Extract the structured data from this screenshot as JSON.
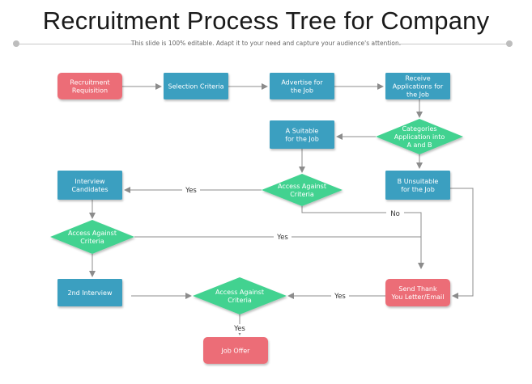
{
  "header": {
    "title": "Recruitment Process Tree for Company",
    "subtitle": "This slide is 100% editable. Adapt it to your need and capture your audience's attention."
  },
  "colors": {
    "red_node": "#ec6d77",
    "blue_node": "#3a9fc0",
    "green_node": "#43d290",
    "line": "#8c8c8c"
  },
  "nodes": {
    "requisition": {
      "lines": [
        "Recruitment",
        "Requisition"
      ]
    },
    "selection": {
      "lines": [
        "Selection Criteria"
      ]
    },
    "advertise": {
      "lines": [
        "Advertise for",
        "the Job"
      ]
    },
    "receive": {
      "lines": [
        "Receive",
        "Applications for",
        "the Job"
      ]
    },
    "categories": {
      "lines": [
        "Categories",
        "Application into",
        "A and B"
      ]
    },
    "suitable": {
      "lines": [
        "A Suitable",
        "for the Job"
      ]
    },
    "access1": {
      "lines": [
        "Access Against",
        "Criteria"
      ]
    },
    "unsuitable": {
      "lines": [
        "B Unsuitable",
        "for the Job"
      ]
    },
    "interview": {
      "lines": [
        "Interview",
        "Candidates"
      ]
    },
    "access2": {
      "lines": [
        "Access Against",
        "Criteria"
      ]
    },
    "interview2": {
      "lines": [
        "2nd Interview"
      ]
    },
    "access3": {
      "lines": [
        "Access Against",
        "Criteria"
      ]
    },
    "thankyou": {
      "lines": [
        "Send Thank",
        "You Letter/Email"
      ]
    },
    "joboffer": {
      "lines": [
        "Job Offer"
      ]
    }
  },
  "edge_labels": {
    "yes1": "Yes",
    "no1": "No",
    "yes2": "Yes",
    "yes3": "Yes",
    "yes4": "Yes"
  }
}
